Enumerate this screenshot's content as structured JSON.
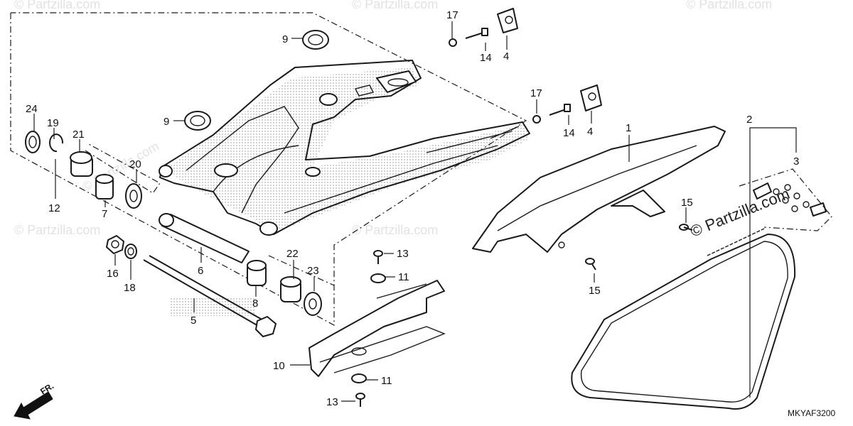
{
  "diagram": {
    "code": "MKYAF3200",
    "front_label": "FR.",
    "brand_watermark": "© Partzilla.com",
    "faint_watermark": "© Partzilla.com",
    "callouts": {
      "c1": "1",
      "c2": "2",
      "c3": "3",
      "c4a": "4",
      "c4b": "4",
      "c5": "5",
      "c6": "6",
      "c7": "7",
      "c8": "8",
      "c9a": "9",
      "c9b": "9",
      "c10": "10",
      "c11a": "11",
      "c11b": "11",
      "c12": "12",
      "c13a": "13",
      "c13b": "13",
      "c14a": "14",
      "c14b": "14",
      "c15a": "15",
      "c15b": "15",
      "c16": "16",
      "c17a": "17",
      "c17b": "17",
      "c18": "18",
      "c19": "19",
      "c20": "20",
      "c21": "21",
      "c22": "22",
      "c23": "23",
      "c24": "24"
    }
  }
}
